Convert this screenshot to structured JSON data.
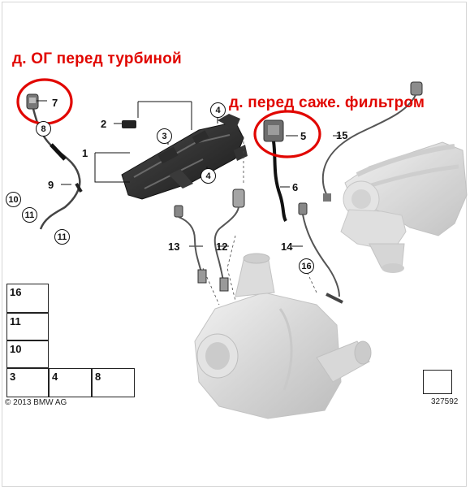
{
  "annotations": {
    "turbo_label": "д. ОГ перед турбиной",
    "dpf_label": "д. перед саже. фильтром"
  },
  "part_numbers": {
    "p1": "1",
    "p2": "2",
    "p3": "3",
    "p4a": "4",
    "p4b": "4",
    "p5": "5",
    "p6": "6",
    "p7": "7",
    "p8": "8",
    "p9": "9",
    "p12": "12",
    "p13": "13",
    "p14": "14",
    "p15": "15"
  },
  "circled_numbers": {
    "c3": "3",
    "c4a": "4",
    "c4b": "4",
    "c8": "8",
    "c10": "10",
    "c11a": "11",
    "c11b": "11",
    "c16": "16"
  },
  "legend": {
    "r1": "16",
    "r2": "11",
    "r3": "10",
    "r4a": "3",
    "r4b": "4",
    "r4c": "8"
  },
  "footer": {
    "copyright": "© 2013 BMW AG",
    "ref_number": "327592"
  },
  "colors": {
    "annotation": "#e10600",
    "highlight_ring": "#e10600"
  }
}
